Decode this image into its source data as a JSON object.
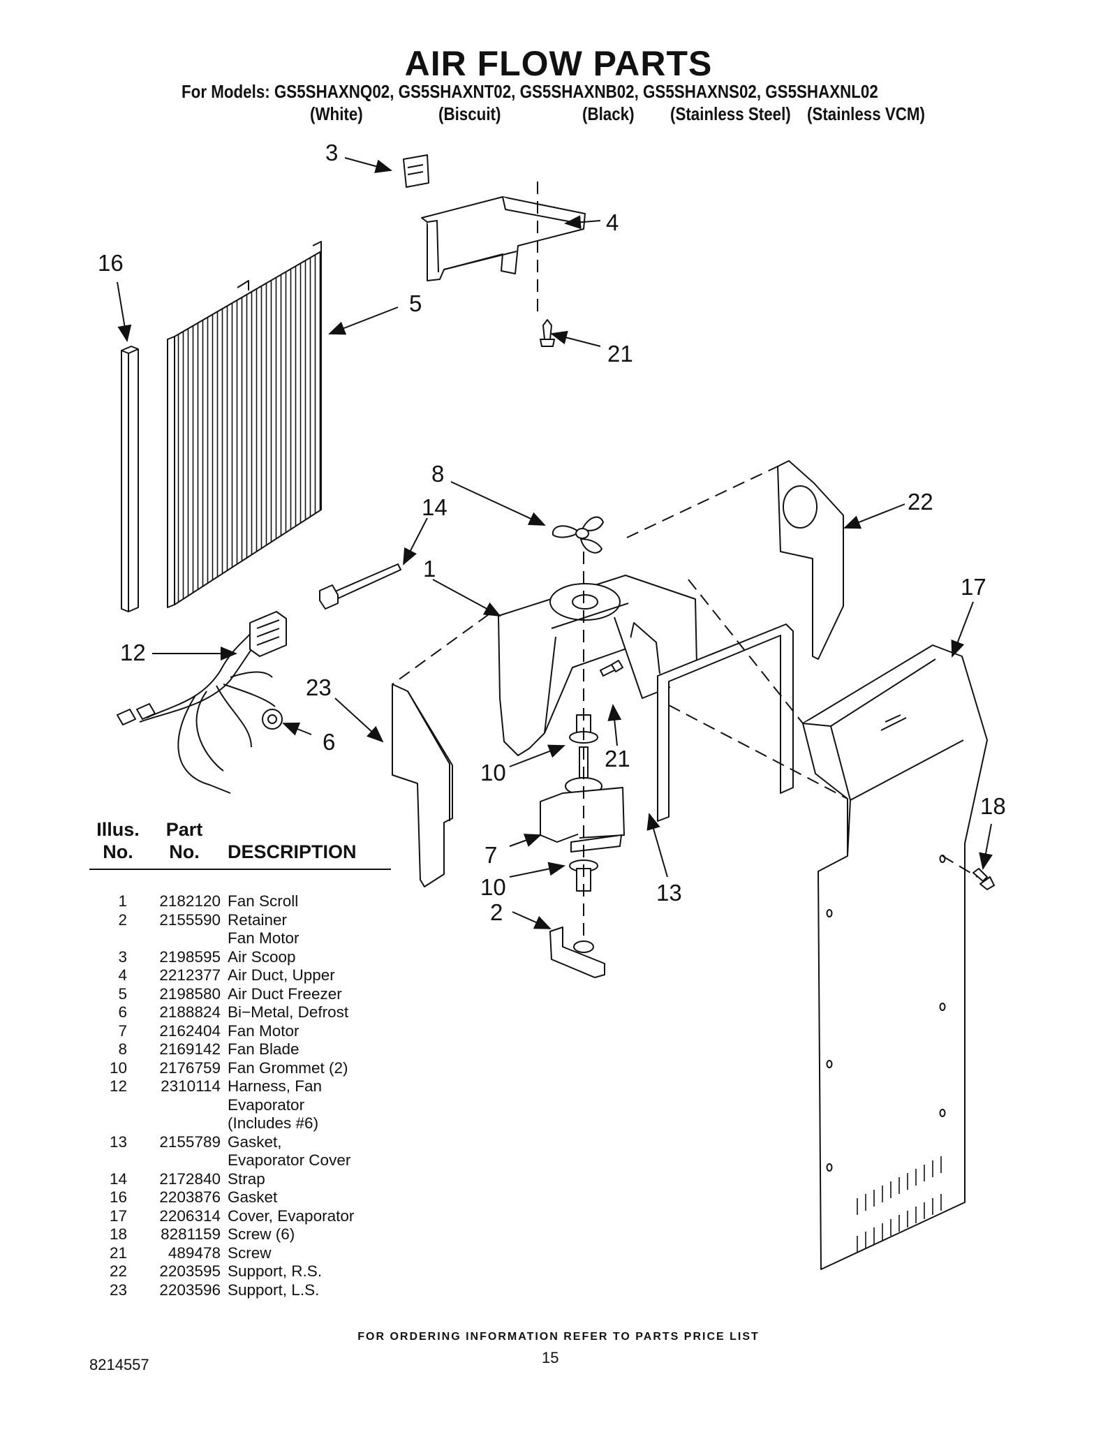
{
  "header": {
    "title": "AIR FLOW PARTS",
    "models_line": "For Models: GS5SHAXNQ02, GS5SHAXNT02, GS5SHAXNB02, GS5SHAXNS02, GS5SHAXNL02",
    "variants": [
      "(White)",
      "(Biscuit)",
      "(Black)",
      "(Stainless Steel)",
      "(Stainless VCM)"
    ]
  },
  "callouts": [
    "3",
    "4",
    "16",
    "5",
    "21",
    "8",
    "14",
    "22",
    "1",
    "17",
    "12",
    "23",
    "6",
    "21",
    "10",
    "18",
    "7",
    "10",
    "2",
    "13"
  ],
  "table": {
    "headers": {
      "illus_top": "Illus.",
      "illus_bottom": "No.",
      "part_top": "Part",
      "part_bottom": "No.",
      "description": "DESCRIPTION"
    },
    "rows": [
      {
        "illus": "1",
        "part": "2182120",
        "desc": [
          "Fan Scroll"
        ]
      },
      {
        "illus": "2",
        "part": "2155590",
        "desc": [
          "Retainer",
          "Fan Motor"
        ]
      },
      {
        "illus": "3",
        "part": "2198595",
        "desc": [
          "Air Scoop"
        ]
      },
      {
        "illus": "4",
        "part": "2212377",
        "desc": [
          "Air Duct, Upper"
        ]
      },
      {
        "illus": "5",
        "part": "2198580",
        "desc": [
          "Air Duct Freezer"
        ]
      },
      {
        "illus": "6",
        "part": "2188824",
        "desc": [
          "Bi−Metal, Defrost"
        ]
      },
      {
        "illus": "7",
        "part": "2162404",
        "desc": [
          "Fan Motor"
        ]
      },
      {
        "illus": "8",
        "part": "2169142",
        "desc": [
          "Fan Blade"
        ]
      },
      {
        "illus": "10",
        "part": "2176759",
        "desc": [
          "Fan Grommet (2)"
        ]
      },
      {
        "illus": "12",
        "part": "2310114",
        "desc": [
          "Harness, Fan",
          "Evaporator",
          "(Includes #6)"
        ]
      },
      {
        "illus": "13",
        "part": "2155789",
        "desc": [
          "Gasket,",
          "Evaporator Cover"
        ]
      },
      {
        "illus": "14",
        "part": "2172840",
        "desc": [
          "Strap"
        ]
      },
      {
        "illus": "16",
        "part": "2203876",
        "desc": [
          "Gasket"
        ]
      },
      {
        "illus": "17",
        "part": "2206314",
        "desc": [
          "Cover, Evaporator"
        ]
      },
      {
        "illus": "18",
        "part": "8281159",
        "desc": [
          "Screw (6)"
        ]
      },
      {
        "illus": "21",
        "part": "489478",
        "desc": [
          "Screw"
        ]
      },
      {
        "illus": "22",
        "part": "2203595",
        "desc": [
          "Support, R.S."
        ]
      },
      {
        "illus": "23",
        "part": "2203596",
        "desc": [
          "Support, L.S."
        ]
      }
    ]
  },
  "footer": {
    "ordering_note": "FOR ORDERING INFORMATION REFER TO PARTS PRICE LIST",
    "doc_number": "8214557",
    "page_number": "15"
  }
}
